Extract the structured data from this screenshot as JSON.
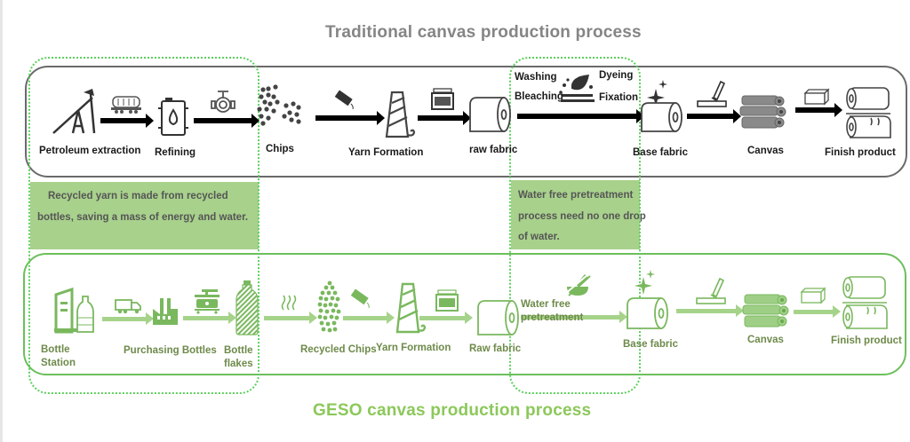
{
  "titles": {
    "traditional": "Traditional canvas production process",
    "geso": "GESO canvas production process"
  },
  "colors": {
    "traditional_title": "#858585",
    "geso_title": "#8cc85a",
    "traditional_border": "#6a6a6a",
    "geso_border": "#6cbf5c",
    "highlight_dotted": "#5ccf5c",
    "note_fill": "#a8d18c",
    "geso_icon": "#7ab85e",
    "geso_arrow": "#a6d38a"
  },
  "traditional": {
    "steps": [
      {
        "label": "Petroleum extraction",
        "icon": "oil-pump-icon"
      },
      {
        "label": "Refining",
        "icon": "oil-barrel-icon"
      },
      {
        "label": "Chips",
        "icon": "chips-icon"
      },
      {
        "label": "Yarn Formation",
        "icon": "yarn-cone-icon"
      },
      {
        "label": "raw fabric",
        "icon": "fabric-roll-icon"
      },
      {
        "label": "Base fabric",
        "icon": "fabric-roll-sparkle-icon"
      },
      {
        "label": "Canvas",
        "icon": "canvas-rolls-icon"
      },
      {
        "label": "Finish product",
        "icon": "finished-rolls-icon"
      }
    ],
    "transitions": [
      {
        "icon": "tanker-wagon-icon"
      },
      {
        "icon": "pipe-valve-icon"
      },
      {
        "icon": "none"
      },
      {
        "icon": "extruder-icon"
      },
      {
        "icon": "loom-machine-icon"
      },
      {
        "icon": "water-treatment-icon",
        "labels": [
          "Washing",
          "Bleaching",
          "Dyeing",
          "Fixation"
        ]
      },
      {
        "icon": "coating-tool-icon"
      },
      {
        "icon": "box-icon"
      }
    ]
  },
  "notes": {
    "recycled": [
      "Recycled yarn is made from recycled",
      "bottles, saving a mass of energy and water."
    ],
    "water_free": [
      "Water free pretreatment",
      "process need no one drop",
      "of water."
    ]
  },
  "geso": {
    "steps": [
      {
        "label": "Bottle Station",
        "lines": [
          "Bottle",
          "Station"
        ],
        "icon": "bottle-station-icon"
      },
      {
        "label": "Purchasing Bottles",
        "icon": "factory-icon"
      },
      {
        "label": "Bottle flakes",
        "lines": [
          "Bottle",
          "flakes"
        ],
        "icon": "bottle-flakes-icon"
      },
      {
        "label": "Recycled Chips",
        "icon": "recycled-chips-icon"
      },
      {
        "label": "Yarn Formation",
        "icon": "yarn-cone-icon"
      },
      {
        "label": "Raw fabric",
        "icon": "fabric-roll-icon"
      },
      {
        "label": "Base fabric",
        "icon": "fabric-roll-sparkle-icon"
      },
      {
        "label": "Canvas",
        "icon": "canvas-rolls-icon"
      },
      {
        "label": "Finish product",
        "icon": "finished-rolls-icon"
      }
    ],
    "transitions": [
      {
        "icon": "truck-icon"
      },
      {
        "icon": "shredder-machine-icon"
      },
      {
        "icon": "heat-icon"
      },
      {
        "icon": "extruder-icon"
      },
      {
        "icon": "loom-machine-icon"
      },
      {
        "icon": "no-water-icon",
        "labels": [
          "Water free",
          "pretreatment"
        ]
      },
      {
        "icon": "coating-tool-icon"
      },
      {
        "icon": "box-icon"
      }
    ]
  }
}
